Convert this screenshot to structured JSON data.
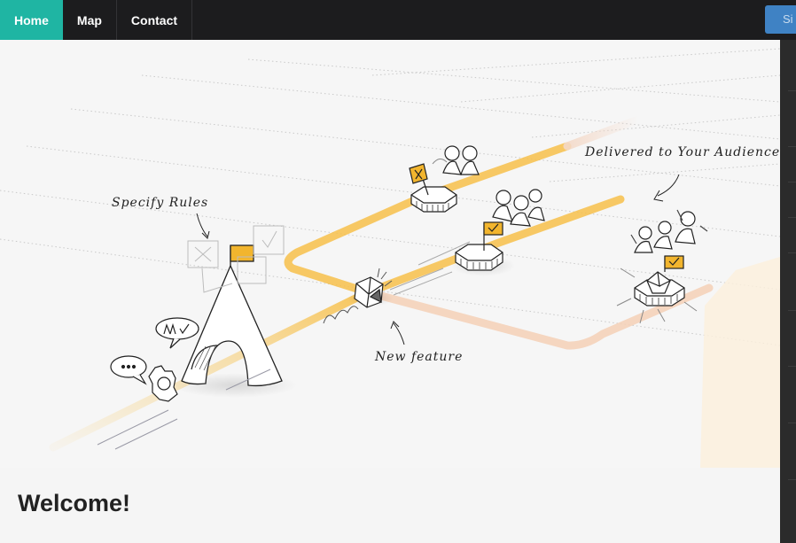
{
  "nav": {
    "items": [
      {
        "label": "Home",
        "active": true
      },
      {
        "label": "Map",
        "active": false
      },
      {
        "label": "Contact",
        "active": false
      }
    ],
    "signin_label": "Si"
  },
  "hero": {
    "labels": {
      "specify_rules": "Specify Rules",
      "new_feature": "New feature",
      "delivered": "Delivered to Your Audience"
    },
    "colors": {
      "path": "#f7c04a",
      "flag": "#f2b52e",
      "path_fade": "#f4d9c8"
    }
  },
  "main": {
    "heading": "Welcome!"
  },
  "colors": {
    "nav_bg": "#1c1c1e",
    "nav_active": "#1fb5a3",
    "signin": "#3f82c4"
  }
}
